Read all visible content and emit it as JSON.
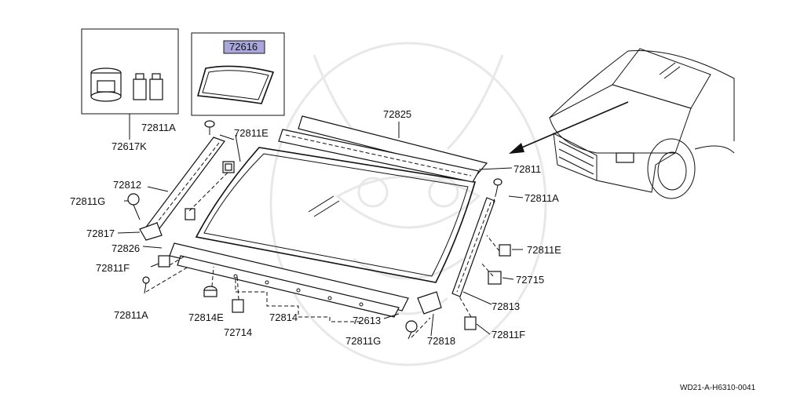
{
  "diagram": {
    "labels": {
      "p72616": "72616",
      "p72617K": "72617K",
      "p72811A_top": "72811A",
      "p72811E_left": "72811E",
      "p72825": "72825",
      "p72811_right": "72811",
      "p72811A_right": "72811A",
      "p72812": "72812",
      "p72811G_left": "72811G",
      "p72817": "72817",
      "p72826": "72826",
      "p72811F_left": "72811F",
      "p72811A_bottom": "72811A",
      "p72814E": "72814E",
      "p72714": "72714",
      "p72814": "72814",
      "p72613": "72613",
      "p72811G_bottom": "72811G",
      "p72818": "72818",
      "p72811E_right": "72811E",
      "p72715": "72715",
      "p72813": "72813",
      "p72811F_right": "72811F"
    },
    "highlight_color": "#a9a6dc",
    "diagram_code": "WD21-A-H6310-0041"
  }
}
